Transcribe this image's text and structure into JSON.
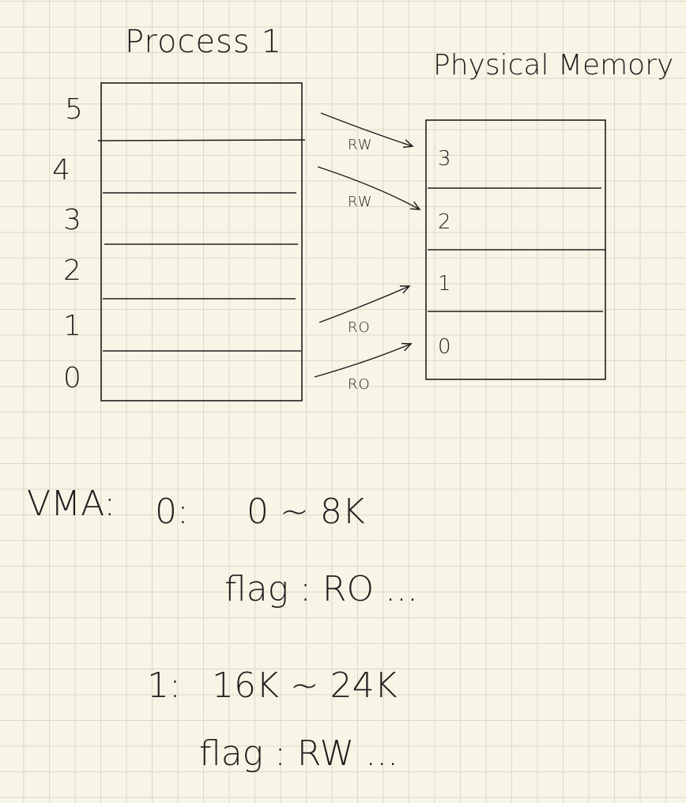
{
  "process_title": "Process 1",
  "memory_title": "Physical Memory",
  "virtual_pages": [
    "5",
    "4",
    "3",
    "2",
    "1",
    "0"
  ],
  "physical_pages": [
    "3",
    "2",
    "1",
    "0"
  ],
  "mappings": [
    {
      "from": "5",
      "to": "3",
      "perm": "RW"
    },
    {
      "from": "4",
      "to": "2",
      "perm": "RW"
    },
    {
      "from": "1",
      "to": "1",
      "perm": "RO"
    },
    {
      "from": "0",
      "to": "0",
      "perm": "RO"
    }
  ],
  "vma": {
    "label": "VMA:",
    "entries": [
      {
        "index": "0:",
        "range": "0 ~ 8K",
        "flag": "flag : RO ..."
      },
      {
        "index": "1:",
        "range": "16K ~ 24K",
        "flag": "flag : RW ..."
      }
    ]
  },
  "colors": {
    "ink": "#1e1e1e",
    "paper": "#f8f5e6",
    "grid": "#d9d9c4"
  }
}
